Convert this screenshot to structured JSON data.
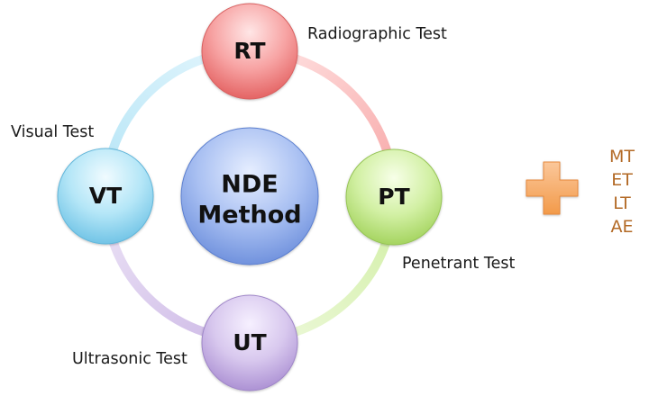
{
  "center": {
    "line1": "NDE",
    "line2": "Method"
  },
  "nodes": {
    "rt": {
      "abbr": "RT",
      "caption": "Radiographic Test"
    },
    "pt": {
      "abbr": "PT",
      "caption": "Penetrant Test"
    },
    "ut": {
      "abbr": "UT",
      "caption": "Ultrasonic Test"
    },
    "vt": {
      "abbr": "VT",
      "caption": "Visual Test"
    }
  },
  "additional_methods": [
    "MT",
    "ET",
    "LT",
    "AE"
  ],
  "colors": {
    "rt": "#f07a7a",
    "pt": "#b8e07a",
    "ut": "#c4acdc",
    "vt": "#8cd3ee",
    "center": "#7ea0e6",
    "plus": "#f6a45a",
    "extra_text": "#b36a26"
  }
}
